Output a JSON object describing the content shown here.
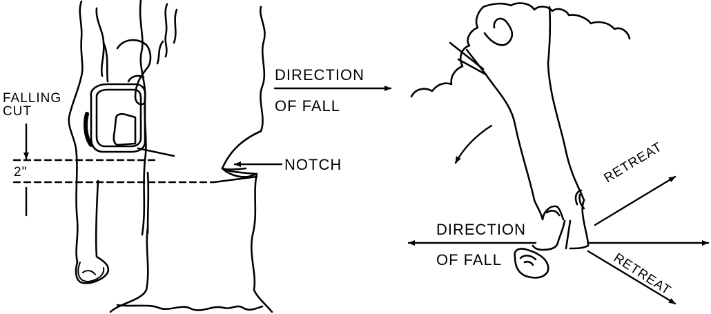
{
  "labels": {
    "falling_cut_line1": "FALLING",
    "falling_cut_line2": "CUT",
    "two_inch": "2\"",
    "direction_left_line1": "DIRECTION",
    "direction_left_line2": "OF FALL",
    "notch": "NOTCH",
    "direction_right_line1": "DIRECTION",
    "direction_right_line2": "OF FALL",
    "retreat_upper": "RETREAT",
    "retreat_lower": "RETREAT"
  },
  "colors": {
    "ink": "#000000",
    "paper": "#ffffff"
  }
}
